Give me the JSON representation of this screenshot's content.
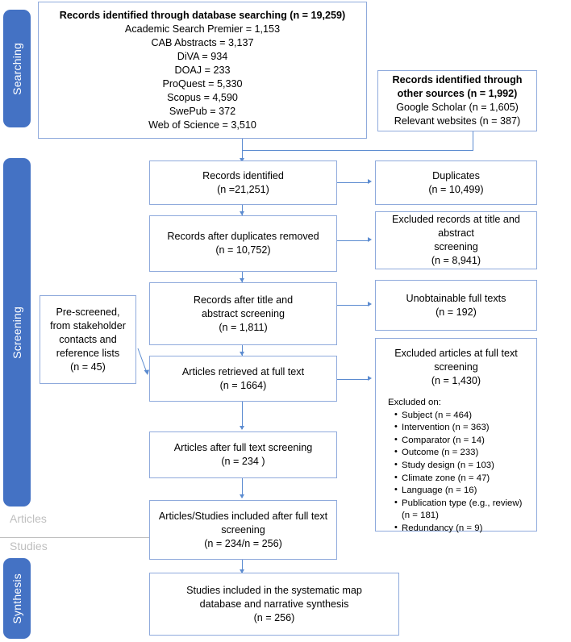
{
  "diagram": {
    "title": "PRISMA systematic map flow diagram",
    "accent_color": "#4472C4",
    "box_border_color": "#8FAADC",
    "connector_color": "#5B8BD0",
    "divider_color": "#BFBFBF"
  },
  "stages": [
    {
      "label": "Searching"
    },
    {
      "label": "Screening"
    },
    {
      "label": "Synthesis"
    }
  ],
  "side_labels": {
    "articles": "Articles",
    "studies": "Studies"
  },
  "boxes": {
    "database_search": {
      "title": "Records identified through database searching (n = 19,259)",
      "sources": [
        "Academic Search Premier = 1,153",
        "CAB Abstracts = 3,137",
        "DiVA = 934",
        "DOAJ = 233",
        "ProQuest = 5,330",
        "Scopus = 4,590",
        "SwePub = 372",
        "Web of Science = 3,510"
      ]
    },
    "other_sources": {
      "title_line1": "Records identified through",
      "title_line2": "other sources (n = 1,992)",
      "sources": [
        "Google Scholar (n = 1,605)",
        "Relevant websites (n = 387)"
      ]
    },
    "records_identified": {
      "line1": "Records identified",
      "line2": "(n =21,251)"
    },
    "duplicates": {
      "line1": "Duplicates",
      "line2": "(n = 10,499)"
    },
    "after_duplicates": {
      "line1": "Records after duplicates removed",
      "line2": "(n = 10,752)"
    },
    "excluded_title_abstract": {
      "line1": "Excluded records at title and abstract",
      "line2": "screening",
      "line3": "(n = 8,941)"
    },
    "after_title_abstract": {
      "line1": "Records after title and",
      "line2": "abstract screening",
      "line3": "(n = 1,811)"
    },
    "unobtainable": {
      "line1": "Unobtainable full texts",
      "line2": "(n = 192)"
    },
    "pre_screened": {
      "line1": "Pre-screened,",
      "line2": "from stakeholder",
      "line3": "contacts and",
      "line4": "reference lists",
      "line5": "(n = 45)"
    },
    "articles_retrieved": {
      "line1": "Articles retrieved at full text",
      "line2": "(n = 1664)"
    },
    "excluded_full_text": {
      "line1": "Excluded articles at full text screening",
      "line2": "(n = 1,430)",
      "subheading": "Excluded on:",
      "reasons": [
        "Subject (n = 464)",
        "Intervention  (n = 363)",
        "Comparator (n =  14)",
        "Outcome (n =  233)",
        "Study design (n = 103)",
        "Climate zone (n = 47)",
        "Language (n = 16)",
        "Publication type (e.g., review) (n = 181)",
        "Redundancy (n = 9)"
      ]
    },
    "articles_after_full_text": {
      "line1": "Articles after full text screening",
      "line2": "(n = 234 )"
    },
    "included_after_full_text": {
      "line1": "Articles/Studies included after full text",
      "line2": "screening",
      "line3": "(n = 234/n = 256)"
    },
    "studies_included": {
      "line1": "Studies included in the systematic map",
      "line2": "database and narrative synthesis",
      "line3": "(n = 256)"
    }
  }
}
